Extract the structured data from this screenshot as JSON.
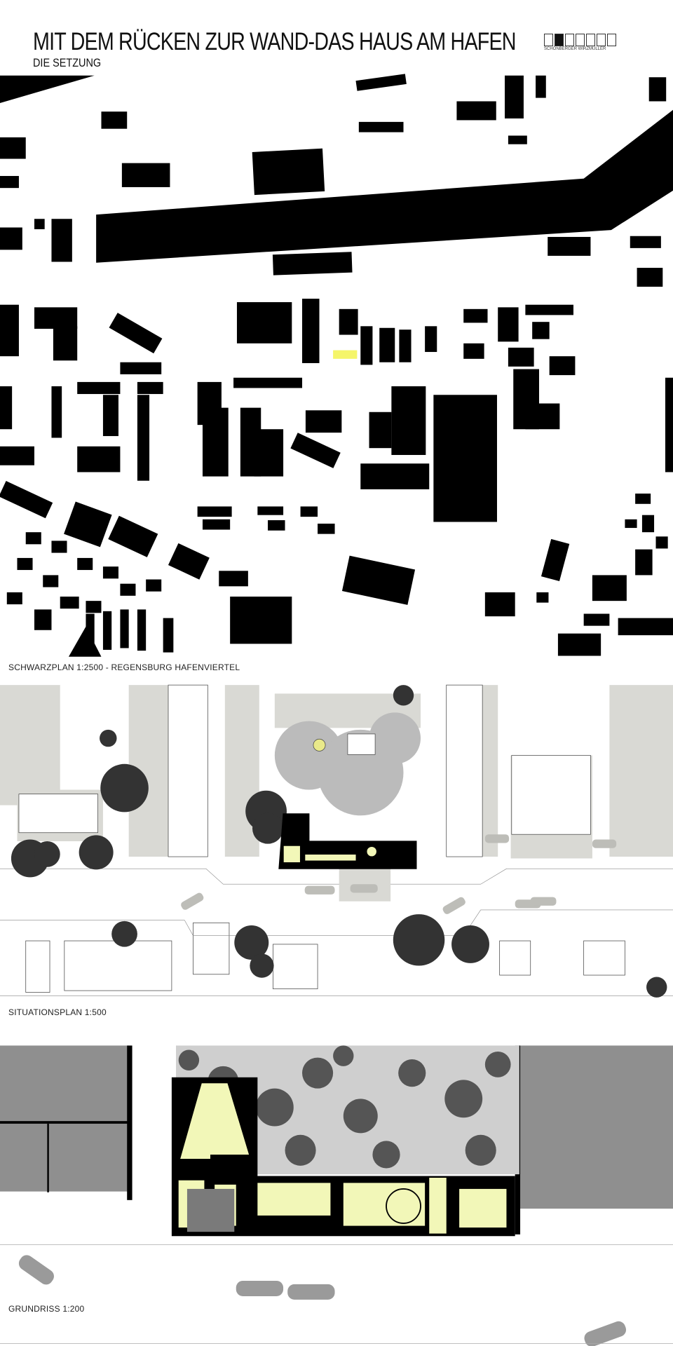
{
  "header": {
    "title": "MIT DEM RÜCKEN ZUR WAND-DAS HAUS AM HAFEN",
    "subtitle": "DIE SETZUNG",
    "logo_text": "SCHÖNBERGER WIRZMÜLLER"
  },
  "sections": [
    {
      "caption": "SCHWARZPLAN 1:2500 - REGENSBURG HAFENVIERTEL"
    },
    {
      "caption": "SITUATIONSPLAN 1:500"
    },
    {
      "caption": "GRUNDRISS 1:200"
    }
  ],
  "colors": {
    "building": "#000000",
    "highlight": "#f4f46a",
    "room": "#f2f7b8",
    "shadow": "#d9d9d4",
    "neighbor": "#8f8f8f"
  }
}
